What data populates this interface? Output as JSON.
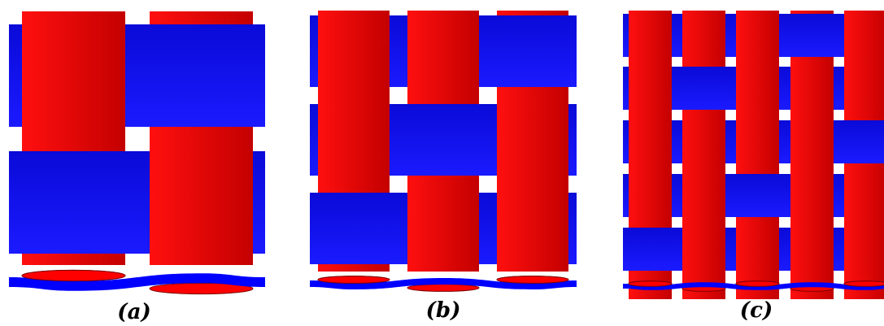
{
  "colors": {
    "warp": "#ff0000",
    "weft": "#0000ff",
    "background": "#ffffff"
  },
  "panels": [
    {
      "id": "a",
      "caption": "(a)",
      "warps": 2,
      "wefts": 2,
      "pattern": [
        [
          1,
          0
        ],
        [
          0,
          1
        ]
      ]
    },
    {
      "id": "b",
      "caption": "(b)",
      "warps": 3,
      "wefts": 3,
      "pattern": [
        [
          1,
          1,
          0
        ],
        [
          1,
          0,
          1
        ],
        [
          0,
          1,
          1
        ]
      ]
    },
    {
      "id": "c",
      "caption": "(c)",
      "warps": 5,
      "wefts": 5,
      "pattern": [
        [
          1,
          1,
          1,
          0,
          1
        ],
        [
          1,
          0,
          1,
          1,
          1
        ],
        [
          1,
          1,
          1,
          1,
          0
        ],
        [
          1,
          1,
          0,
          1,
          1
        ],
        [
          0,
          1,
          1,
          1,
          1
        ]
      ]
    }
  ]
}
